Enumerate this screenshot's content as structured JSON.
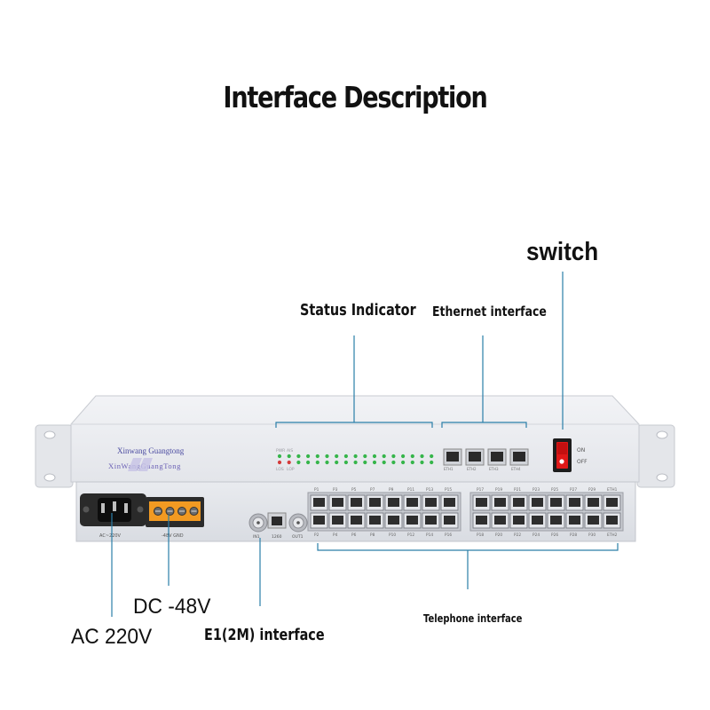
{
  "title": "Interface Description",
  "labels": {
    "switch": "switch",
    "status_indicator": "Status Indicator",
    "ethernet_interface": "Ethernet interface",
    "dc": "DC -48V",
    "ac": "AC 220V",
    "e1": "E1(2M) interface",
    "telephone": "Telephone interface"
  },
  "device": {
    "brand_en": "Xinwang Guangtong",
    "brand_stylized": "XinWangGuangTong",
    "status_labels": {
      "pwr": "PWR",
      "ais": "AIS",
      "los": "LOS",
      "lop": "LOP"
    },
    "eth_ports": [
      "ETH1",
      "ETH2",
      "ETH3",
      "ETH4"
    ],
    "switch_on": "ON",
    "switch_off": "OFF",
    "power_ac": "AC~220V",
    "power_dc": "-48V GND",
    "bnc_in": "IN1",
    "bnc_out": "OUT1",
    "rj_mid": "1260",
    "phone_top_left": [
      "P1",
      "P3",
      "P5",
      "P7",
      "P9",
      "P11",
      "P13",
      "P15"
    ],
    "phone_bottom_left": [
      "P2",
      "P4",
      "P6",
      "P8",
      "P10",
      "P12",
      "P14",
      "P16"
    ],
    "phone_top_right": [
      "P17",
      "P19",
      "P21",
      "P23",
      "P25",
      "P27",
      "P29",
      "ETH1"
    ],
    "phone_bottom_right": [
      "P18",
      "P20",
      "P22",
      "P24",
      "P26",
      "P28",
      "P30",
      "ETH2"
    ]
  },
  "colors": {
    "callout_line": "#2a7ea8",
    "led_green": "#35b54a",
    "led_red": "#d43a3a",
    "switch_red": "#e01818",
    "terminal_orange": "#f29a22"
  }
}
